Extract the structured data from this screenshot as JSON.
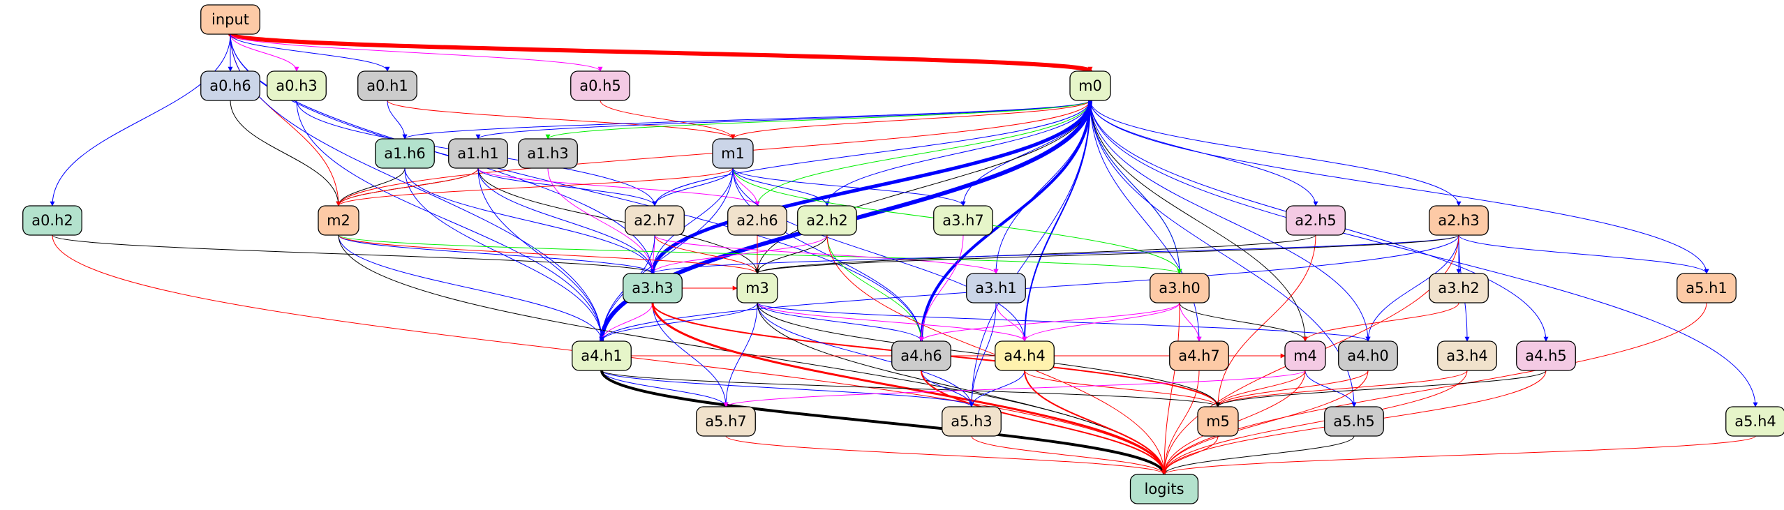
{
  "palette": {
    "peach": "#fdcaa6",
    "slate": "#cbd5e8",
    "lime": "#e6f5c9",
    "gray": "#cccccc",
    "pink": "#f4cae4",
    "mint": "#b3e2cd",
    "wheat": "#f1e2cc",
    "yellow": "#fff2ae",
    "blue": "#0000ff",
    "red": "#ff0000",
    "green": "#00ee00",
    "magenta": "#ff00ff",
    "black": "#000000"
  },
  "nodes": [
    {
      "id": "input",
      "label": "input",
      "color": "peach"
    },
    {
      "id": "m0",
      "label": "m0",
      "color": "lime"
    },
    {
      "id": "a0.h6",
      "label": "a0.h6",
      "color": "slate"
    },
    {
      "id": "a0.h3",
      "label": "a0.h3",
      "color": "lime"
    },
    {
      "id": "a0.h1",
      "label": "a0.h1",
      "color": "gray"
    },
    {
      "id": "a0.h5",
      "label": "a0.h5",
      "color": "pink"
    },
    {
      "id": "a0.h2",
      "label": "a0.h2",
      "color": "mint"
    },
    {
      "id": "a1.h6",
      "label": "a1.h6",
      "color": "mint"
    },
    {
      "id": "a1.h1",
      "label": "a1.h1",
      "color": "gray"
    },
    {
      "id": "a1.h3",
      "label": "a1.h3",
      "color": "gray"
    },
    {
      "id": "m1",
      "label": "m1",
      "color": "slate"
    },
    {
      "id": "m2",
      "label": "m2",
      "color": "peach"
    },
    {
      "id": "a2.h7",
      "label": "a2.h7",
      "color": "wheat"
    },
    {
      "id": "a2.h6",
      "label": "a2.h6",
      "color": "wheat"
    },
    {
      "id": "a2.h2",
      "label": "a2.h2",
      "color": "lime"
    },
    {
      "id": "a3.h7",
      "label": "a3.h7",
      "color": "lime"
    },
    {
      "id": "a2.h5",
      "label": "a2.h5",
      "color": "pink"
    },
    {
      "id": "a2.h3",
      "label": "a2.h3",
      "color": "peach"
    },
    {
      "id": "a3.h3",
      "label": "a3.h3",
      "color": "mint"
    },
    {
      "id": "m3",
      "label": "m3",
      "color": "lime"
    },
    {
      "id": "a3.h1",
      "label": "a3.h1",
      "color": "slate"
    },
    {
      "id": "a3.h0",
      "label": "a3.h0",
      "color": "peach"
    },
    {
      "id": "a3.h2",
      "label": "a3.h2",
      "color": "wheat"
    },
    {
      "id": "a5.h1",
      "label": "a5.h1",
      "color": "peach"
    },
    {
      "id": "a4.h1",
      "label": "a4.h1",
      "color": "lime"
    },
    {
      "id": "a4.h6",
      "label": "a4.h6",
      "color": "gray"
    },
    {
      "id": "a4.h4",
      "label": "a4.h4",
      "color": "yellow"
    },
    {
      "id": "a4.h7",
      "label": "a4.h7",
      "color": "peach"
    },
    {
      "id": "m4",
      "label": "m4",
      "color": "pink"
    },
    {
      "id": "a4.h0",
      "label": "a4.h0",
      "color": "gray"
    },
    {
      "id": "a3.h4",
      "label": "a3.h4",
      "color": "wheat"
    },
    {
      "id": "a4.h5",
      "label": "a4.h5",
      "color": "pink"
    },
    {
      "id": "a5.h7",
      "label": "a5.h7",
      "color": "wheat"
    },
    {
      "id": "a5.h3",
      "label": "a5.h3",
      "color": "wheat"
    },
    {
      "id": "m5",
      "label": "m5",
      "color": "peach"
    },
    {
      "id": "a5.h5",
      "label": "a5.h5",
      "color": "gray"
    },
    {
      "id": "a5.h4",
      "label": "a5.h4",
      "color": "lime"
    },
    {
      "id": "logits",
      "label": "logits",
      "color": "mint"
    }
  ],
  "edges": [
    {
      "from": "input",
      "to": "m0",
      "color": "red",
      "weight": 6
    },
    {
      "from": "input",
      "to": "a0.h6",
      "color": "blue",
      "weight": 1
    },
    {
      "from": "input",
      "to": "a0.h3",
      "color": "magenta",
      "weight": 1
    },
    {
      "from": "input",
      "to": "a0.h1",
      "color": "blue",
      "weight": 1
    },
    {
      "from": "input",
      "to": "a0.h5",
      "color": "magenta",
      "weight": 1
    },
    {
      "from": "input",
      "to": "a0.h2",
      "color": "blue",
      "weight": 1
    },
    {
      "from": "input",
      "to": "m2",
      "color": "red",
      "weight": 1
    },
    {
      "from": "input",
      "to": "a3.h3",
      "color": "blue",
      "weight": 1
    },
    {
      "from": "input",
      "to": "a4.h1",
      "color": "blue",
      "weight": 1
    },
    {
      "from": "input",
      "to": "a4.h6",
      "color": "blue",
      "weight": 1
    },
    {
      "from": "a0.h6",
      "to": "m2",
      "color": "black",
      "weight": 1
    },
    {
      "from": "a0.h3",
      "to": "a2.h7",
      "color": "blue",
      "weight": 1
    },
    {
      "from": "a0.h3",
      "to": "a4.h1",
      "color": "blue",
      "weight": 1
    },
    {
      "from": "a0.h1",
      "to": "a1.h6",
      "color": "blue",
      "weight": 1
    },
    {
      "from": "a0.h1",
      "to": "m1",
      "color": "red",
      "weight": 1
    },
    {
      "from": "a0.h5",
      "to": "m1",
      "color": "red",
      "weight": 1
    },
    {
      "from": "a0.h2",
      "to": "a3.h3",
      "color": "black",
      "weight": 1
    },
    {
      "from": "a0.h2",
      "to": "logits",
      "color": "red",
      "weight": 1
    },
    {
      "from": "m0",
      "to": "a1.h6",
      "color": "blue",
      "weight": 1
    },
    {
      "from": "m0",
      "to": "a1.h1",
      "color": "blue",
      "weight": 1
    },
    {
      "from": "m0",
      "to": "a1.h3",
      "color": "green",
      "weight": 1
    },
    {
      "from": "m0",
      "to": "m1",
      "color": "red",
      "weight": 1
    },
    {
      "from": "m0",
      "to": "m2",
      "color": "red",
      "weight": 1
    },
    {
      "from": "m0",
      "to": "a2.h7",
      "color": "blue",
      "weight": 1
    },
    {
      "from": "m0",
      "to": "a2.h6",
      "color": "green",
      "weight": 1
    },
    {
      "from": "m0",
      "to": "a2.h2",
      "color": "blue",
      "weight": 1
    },
    {
      "from": "m0",
      "to": "a3.h7",
      "color": "blue",
      "weight": 1
    },
    {
      "from": "m0",
      "to": "a2.h5",
      "color": "blue",
      "weight": 1
    },
    {
      "from": "m0",
      "to": "a2.h3",
      "color": "blue",
      "weight": 1
    },
    {
      "from": "m0",
      "to": "a3.h3",
      "color": "blue",
      "weight": 5
    },
    {
      "from": "m0",
      "to": "m3",
      "color": "black",
      "weight": 1
    },
    {
      "from": "m0",
      "to": "a3.h1",
      "color": "blue",
      "weight": 1
    },
    {
      "from": "m0",
      "to": "a3.h0",
      "color": "green",
      "weight": 1
    },
    {
      "from": "m0",
      "to": "a3.h0",
      "color": "blue",
      "weight": 1
    },
    {
      "from": "m0",
      "to": "a5.h1",
      "color": "blue",
      "weight": 1
    },
    {
      "from": "m0",
      "to": "a4.h1",
      "color": "blue",
      "weight": 6
    },
    {
      "from": "m0",
      "to": "a4.h6",
      "color": "blue",
      "weight": 4
    },
    {
      "from": "m0",
      "to": "a4.h4",
      "color": "blue",
      "weight": 2
    },
    {
      "from": "m0",
      "to": "a4.h7",
      "color": "blue",
      "weight": 1
    },
    {
      "from": "m0",
      "to": "m4",
      "color": "black",
      "weight": 1
    },
    {
      "from": "m0",
      "to": "a4.h0",
      "color": "blue",
      "weight": 1
    },
    {
      "from": "m0",
      "to": "a4.h5",
      "color": "blue",
      "weight": 1
    },
    {
      "from": "m0",
      "to": "a5.h3",
      "color": "blue",
      "weight": 1
    },
    {
      "from": "m0",
      "to": "a5.h5",
      "color": "blue",
      "weight": 1
    },
    {
      "from": "m0",
      "to": "a5.h4",
      "color": "blue",
      "weight": 1
    },
    {
      "from": "a1.h6",
      "to": "m2",
      "color": "black",
      "weight": 1
    },
    {
      "from": "a1.h6",
      "to": "a3.h3",
      "color": "blue",
      "weight": 1
    },
    {
      "from": "a1.h6",
      "to": "a4.h1",
      "color": "blue",
      "weight": 1
    },
    {
      "from": "a1.h1",
      "to": "m2",
      "color": "black",
      "weight": 1
    },
    {
      "from": "a1.h1",
      "to": "m2",
      "color": "red",
      "weight": 1
    },
    {
      "from": "a1.h1",
      "to": "a2.h7",
      "color": "blue",
      "weight": 1
    },
    {
      "from": "a1.h1",
      "to": "a2.h6",
      "color": "magenta",
      "weight": 1
    },
    {
      "from": "a1.h1",
      "to": "a3.h3",
      "color": "blue",
      "weight": 1
    },
    {
      "from": "a1.h1",
      "to": "m3",
      "color": "black",
      "weight": 1
    },
    {
      "from": "a1.h1",
      "to": "a4.h1",
      "color": "blue",
      "weight": 1
    },
    {
      "from": "a1.h3",
      "to": "a3.h3",
      "color": "magenta",
      "weight": 1
    },
    {
      "from": "m1",
      "to": "m2",
      "color": "red",
      "weight": 1
    },
    {
      "from": "m1",
      "to": "a2.h7",
      "color": "blue",
      "weight": 1
    },
    {
      "from": "m1",
      "to": "a2.h6",
      "color": "magenta",
      "weight": 1
    },
    {
      "from": "m1",
      "to": "a2.h2",
      "color": "blue",
      "weight": 1
    },
    {
      "from": "m1",
      "to": "a3.h7",
      "color": "blue",
      "weight": 1
    },
    {
      "from": "m1",
      "to": "a3.h3",
      "color": "blue",
      "weight": 1
    },
    {
      "from": "m1",
      "to": "a3.h0",
      "color": "green",
      "weight": 1
    },
    {
      "from": "m1",
      "to": "a4.h1",
      "color": "blue",
      "weight": 1
    },
    {
      "from": "m1",
      "to": "a4.h6",
      "color": "blue",
      "weight": 1
    },
    {
      "from": "m1",
      "to": "a4.h4",
      "color": "blue",
      "weight": 1
    },
    {
      "from": "m2",
      "to": "a3.h3",
      "color": "blue",
      "weight": 1
    },
    {
      "from": "m2",
      "to": "m3",
      "color": "red",
      "weight": 1
    },
    {
      "from": "m2",
      "to": "a3.h0",
      "color": "green",
      "weight": 1
    },
    {
      "from": "m2",
      "to": "a4.h1",
      "color": "blue",
      "weight": 1
    },
    {
      "from": "m2",
      "to": "logits",
      "color": "black",
      "weight": 1
    },
    {
      "from": "a2.h7",
      "to": "a3.h3",
      "color": "magenta",
      "weight": 1
    },
    {
      "from": "a2.h7",
      "to": "m3",
      "color": "red",
      "weight": 1
    },
    {
      "from": "a2.h7",
      "to": "a3.h1",
      "color": "magenta",
      "weight": 1
    },
    {
      "from": "a2.h7",
      "to": "a4.h1",
      "color": "blue",
      "weight": 1
    },
    {
      "from": "a2.h6",
      "to": "m3",
      "color": "red",
      "weight": 1
    },
    {
      "from": "a2.h2",
      "to": "a3.h3",
      "color": "magenta",
      "weight": 1
    },
    {
      "from": "a2.h2",
      "to": "m3",
      "color": "black",
      "weight": 1
    },
    {
      "from": "a2.h2",
      "to": "a4.h6",
      "color": "green",
      "weight": 1
    },
    {
      "from": "a2.h2",
      "to": "logits",
      "color": "red",
      "weight": 1
    },
    {
      "from": "a3.h7",
      "to": "a4.h6",
      "color": "magenta",
      "weight": 1
    },
    {
      "from": "a2.h5",
      "to": "m3",
      "color": "black",
      "weight": 1
    },
    {
      "from": "a2.h5",
      "to": "m5",
      "color": "red",
      "weight": 1
    },
    {
      "from": "a2.h3",
      "to": "a3.h3",
      "color": "blue",
      "weight": 1
    },
    {
      "from": "a2.h3",
      "to": "m3",
      "color": "black",
      "weight": 1
    },
    {
      "from": "a2.h3",
      "to": "a3.h2",
      "color": "blue",
      "weight": 1
    },
    {
      "from": "a2.h3",
      "to": "a5.h1",
      "color": "blue",
      "weight": 1
    },
    {
      "from": "a2.h3",
      "to": "a4.h1",
      "color": "blue",
      "weight": 1
    },
    {
      "from": "a2.h3",
      "to": "a4.h0",
      "color": "blue",
      "weight": 1
    },
    {
      "from": "a2.h3",
      "to": "a3.h4",
      "color": "blue",
      "weight": 1
    },
    {
      "from": "a2.h3",
      "to": "logits",
      "color": "red",
      "weight": 1
    },
    {
      "from": "a3.h3",
      "to": "m3",
      "color": "red",
      "weight": 1
    },
    {
      "from": "a3.h3",
      "to": "a4.h1",
      "color": "magenta",
      "weight": 1
    },
    {
      "from": "a3.h3",
      "to": "a5.h7",
      "color": "blue",
      "weight": 1
    },
    {
      "from": "a3.h3",
      "to": "m5",
      "color": "red",
      "weight": 2
    },
    {
      "from": "a3.h3",
      "to": "logits",
      "color": "red",
      "weight": 3
    },
    {
      "from": "m3",
      "to": "a4.h1",
      "color": "blue",
      "weight": 1
    },
    {
      "from": "m3",
      "to": "a4.h6",
      "color": "blue",
      "weight": 1
    },
    {
      "from": "m3",
      "to": "a4.h4",
      "color": "magenta",
      "weight": 1
    },
    {
      "from": "m3",
      "to": "a4.h0",
      "color": "blue",
      "weight": 1
    },
    {
      "from": "m3",
      "to": "a5.h7",
      "color": "blue",
      "weight": 1
    },
    {
      "from": "m3",
      "to": "a5.h3",
      "color": "blue",
      "weight": 1
    },
    {
      "from": "m3",
      "to": "m5",
      "color": "black",
      "weight": 1
    },
    {
      "from": "m3",
      "to": "logits",
      "color": "black",
      "weight": 1
    },
    {
      "from": "a3.h1",
      "to": "a4.h4",
      "color": "magenta",
      "weight": 1
    },
    {
      "from": "a3.h1",
      "to": "a5.h3",
      "color": "blue",
      "weight": 1
    },
    {
      "from": "a3.h0",
      "to": "a4.h6",
      "color": "magenta",
      "weight": 1
    },
    {
      "from": "a3.h0",
      "to": "a4.h4",
      "color": "magenta",
      "weight": 1
    },
    {
      "from": "a3.h0",
      "to": "a4.h7",
      "color": "magenta",
      "weight": 1
    },
    {
      "from": "a3.h0",
      "to": "m4",
      "color": "black",
      "weight": 1
    },
    {
      "from": "a3.h0",
      "to": "logits",
      "color": "red",
      "weight": 1
    },
    {
      "from": "a3.h2",
      "to": "m4",
      "color": "red",
      "weight": 1
    },
    {
      "from": "a5.h1",
      "to": "logits",
      "color": "red",
      "weight": 1
    },
    {
      "from": "a4.h1",
      "to": "a5.h7",
      "color": "blue",
      "weight": 1
    },
    {
      "from": "a4.h1",
      "to": "a5.h3",
      "color": "blue",
      "weight": 1
    },
    {
      "from": "a4.h1",
      "to": "m5",
      "color": "black",
      "weight": 1
    },
    {
      "from": "a4.h1",
      "to": "m4",
      "color": "red",
      "weight": 1
    },
    {
      "from": "a4.h1",
      "to": "logits",
      "color": "black",
      "weight": 4
    },
    {
      "from": "a4.h6",
      "to": "a5.h3",
      "color": "blue",
      "weight": 1
    },
    {
      "from": "a4.h6",
      "to": "logits",
      "color": "red",
      "weight": 2
    },
    {
      "from": "a4.h4",
      "to": "a5.h3",
      "color": "blue",
      "weight": 1
    },
    {
      "from": "a4.h4",
      "to": "m5",
      "color": "red",
      "weight": 1
    },
    {
      "from": "a4.h4",
      "to": "logits",
      "color": "red",
      "weight": 2
    },
    {
      "from": "a4.h7",
      "to": "logits",
      "color": "red",
      "weight": 1
    },
    {
      "from": "m4",
      "to": "m5",
      "color": "red",
      "weight": 1
    },
    {
      "from": "m4",
      "to": "a5.h5",
      "color": "blue",
      "weight": 1
    },
    {
      "from": "m4",
      "to": "a5.h7",
      "color": "magenta",
      "weight": 1
    },
    {
      "from": "m4",
      "to": "logits",
      "color": "red",
      "weight": 1
    },
    {
      "from": "a4.h0",
      "to": "m5",
      "color": "red",
      "weight": 1
    },
    {
      "from": "a4.h0",
      "to": "logits",
      "color": "red",
      "weight": 1
    },
    {
      "from": "a3.h4",
      "to": "m5",
      "color": "red",
      "weight": 1
    },
    {
      "from": "a3.h4",
      "to": "logits",
      "color": "red",
      "weight": 1
    },
    {
      "from": "a4.h5",
      "to": "m5",
      "color": "black",
      "weight": 1
    },
    {
      "from": "a4.h5",
      "to": "logits",
      "color": "red",
      "weight": 1
    },
    {
      "from": "a5.h7",
      "to": "logits",
      "color": "red",
      "weight": 1
    },
    {
      "from": "a5.h3",
      "to": "logits",
      "color": "red",
      "weight": 1
    },
    {
      "from": "m5",
      "to": "logits",
      "color": "red",
      "weight": 1
    },
    {
      "from": "a5.h5",
      "to": "logits",
      "color": "black",
      "weight": 1
    },
    {
      "from": "a5.h4",
      "to": "logits",
      "color": "red",
      "weight": 1
    }
  ]
}
